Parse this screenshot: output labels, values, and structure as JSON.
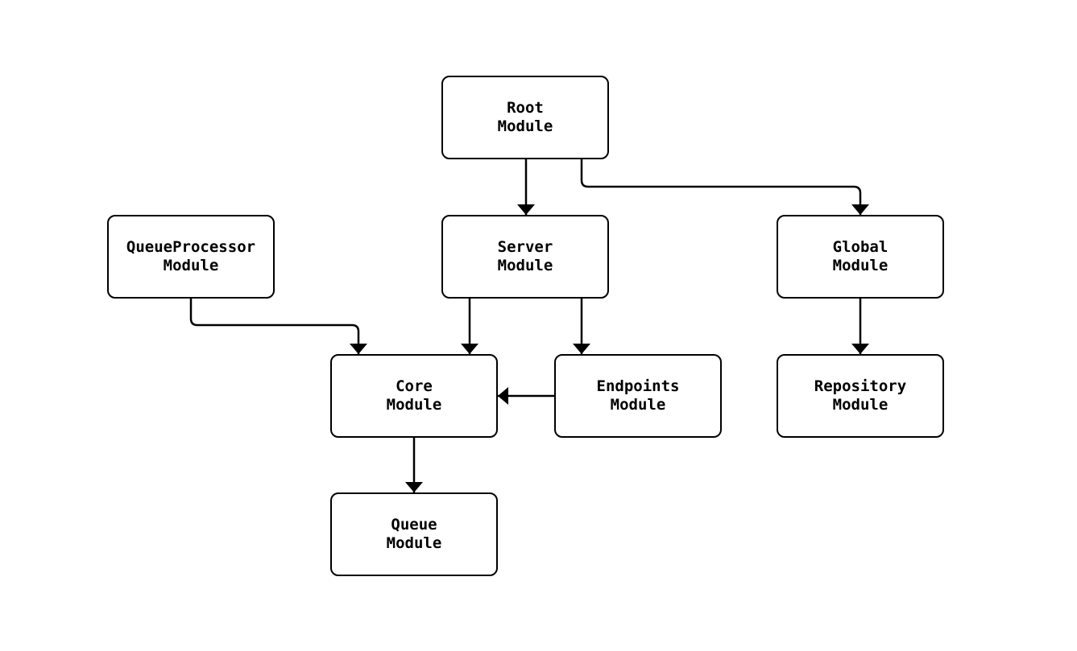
{
  "diagram": {
    "type": "flowchart",
    "direction": "top-down",
    "background_color": "#ffffff",
    "node_fill_color": "#ffffff",
    "node_border_color": "#000000",
    "edge_color": "#000000",
    "text_color": "#000000",
    "nodes": [
      {
        "id": "root",
        "label": "Root\nModule"
      },
      {
        "id": "queueprocessor",
        "label": "QueueProcessor\nModule"
      },
      {
        "id": "server",
        "label": "Server\nModule"
      },
      {
        "id": "global",
        "label": "Global\nModule"
      },
      {
        "id": "core",
        "label": "Core\nModule"
      },
      {
        "id": "endpoints",
        "label": "Endpoints\nModule"
      },
      {
        "id": "repository",
        "label": "Repository\nModule"
      },
      {
        "id": "queue",
        "label": "Queue\nModule"
      }
    ],
    "edges": [
      {
        "from": "root",
        "to": "server",
        "arrow": "filled-triangle"
      },
      {
        "from": "root",
        "to": "global",
        "arrow": "filled-triangle"
      },
      {
        "from": "queueprocessor",
        "to": "core",
        "arrow": "filled-triangle"
      },
      {
        "from": "server",
        "to": "core",
        "arrow": "filled-triangle"
      },
      {
        "from": "server",
        "to": "endpoints",
        "arrow": "filled-triangle"
      },
      {
        "from": "endpoints",
        "to": "core",
        "arrow": "filled-triangle"
      },
      {
        "from": "global",
        "to": "repository",
        "arrow": "filled-triangle"
      },
      {
        "from": "core",
        "to": "queue",
        "arrow": "filled-triangle"
      }
    ]
  }
}
